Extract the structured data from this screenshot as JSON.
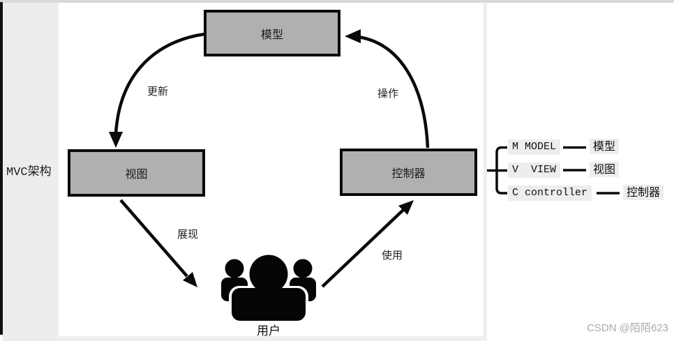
{
  "page": {
    "side_label": "MVC架构",
    "watermark": "CSDN @陌陌623"
  },
  "diagram": {
    "type": "mvc-architecture-cycle",
    "nodes": {
      "model": "模型",
      "view": "视图",
      "controller": "控制器",
      "user": "用户"
    },
    "edges": {
      "update": "更新",
      "operate": "操作",
      "present": "展现",
      "use": "使用"
    },
    "flow": [
      {
        "from": "模型",
        "to": "视图",
        "label": "更新"
      },
      {
        "from": "控制器",
        "to": "模型",
        "label": "操作"
      },
      {
        "from": "视图",
        "to": "用户",
        "label": "展现"
      },
      {
        "from": "用户",
        "to": "控制器",
        "label": "使用"
      }
    ]
  },
  "legend": {
    "items": [
      {
        "abbr": "M MODEL",
        "label": "模型"
      },
      {
        "abbr": "V  VIEW",
        "label": "视图"
      },
      {
        "abbr": "C controller",
        "label": "控制器"
      }
    ]
  },
  "colors": {
    "node_fill": "#b0b0b0",
    "node_border": "#0a0a0a",
    "chip_bg": "#ededed",
    "arrow": "#0a0a0a",
    "side_panel": "#ededed",
    "watermark": "#aaaaaa"
  }
}
